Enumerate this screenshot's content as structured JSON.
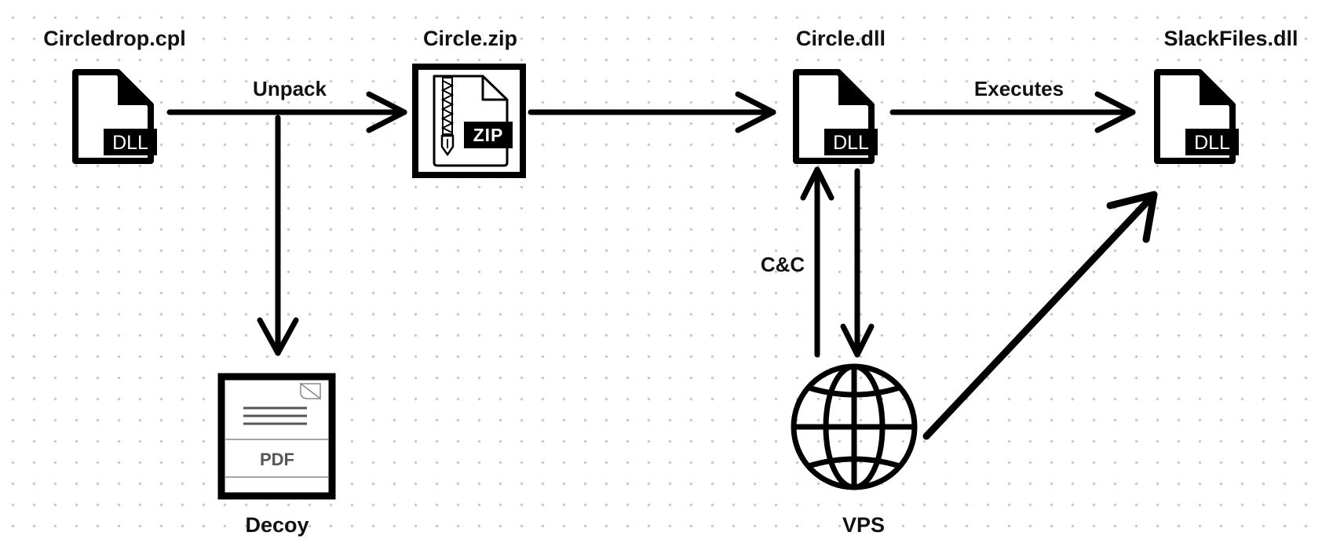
{
  "nodes": {
    "circledrop": {
      "title": "Circledrop.cpl",
      "badge": "DLL",
      "icon": "dll-file-icon"
    },
    "circle_zip": {
      "title": "Circle.zip",
      "badge": "ZIP",
      "icon": "zip-file-icon"
    },
    "circle_dll": {
      "title": "Circle.dll",
      "badge": "DLL",
      "icon": "dll-file-icon"
    },
    "slackfiles": {
      "title": "SlackFiles.dll",
      "badge": "DLL",
      "icon": "dll-file-icon"
    },
    "decoy": {
      "title": "Decoy",
      "badge": "PDF",
      "icon": "pdf-document-icon"
    },
    "vps": {
      "title": "VPS",
      "icon": "globe-icon"
    }
  },
  "edges": {
    "unpack": "Unpack",
    "executes": "Executes",
    "cnc": "C&C"
  },
  "colors": {
    "ink": "#000000",
    "paper": "#ffffff",
    "pdf_text": "#555555"
  }
}
